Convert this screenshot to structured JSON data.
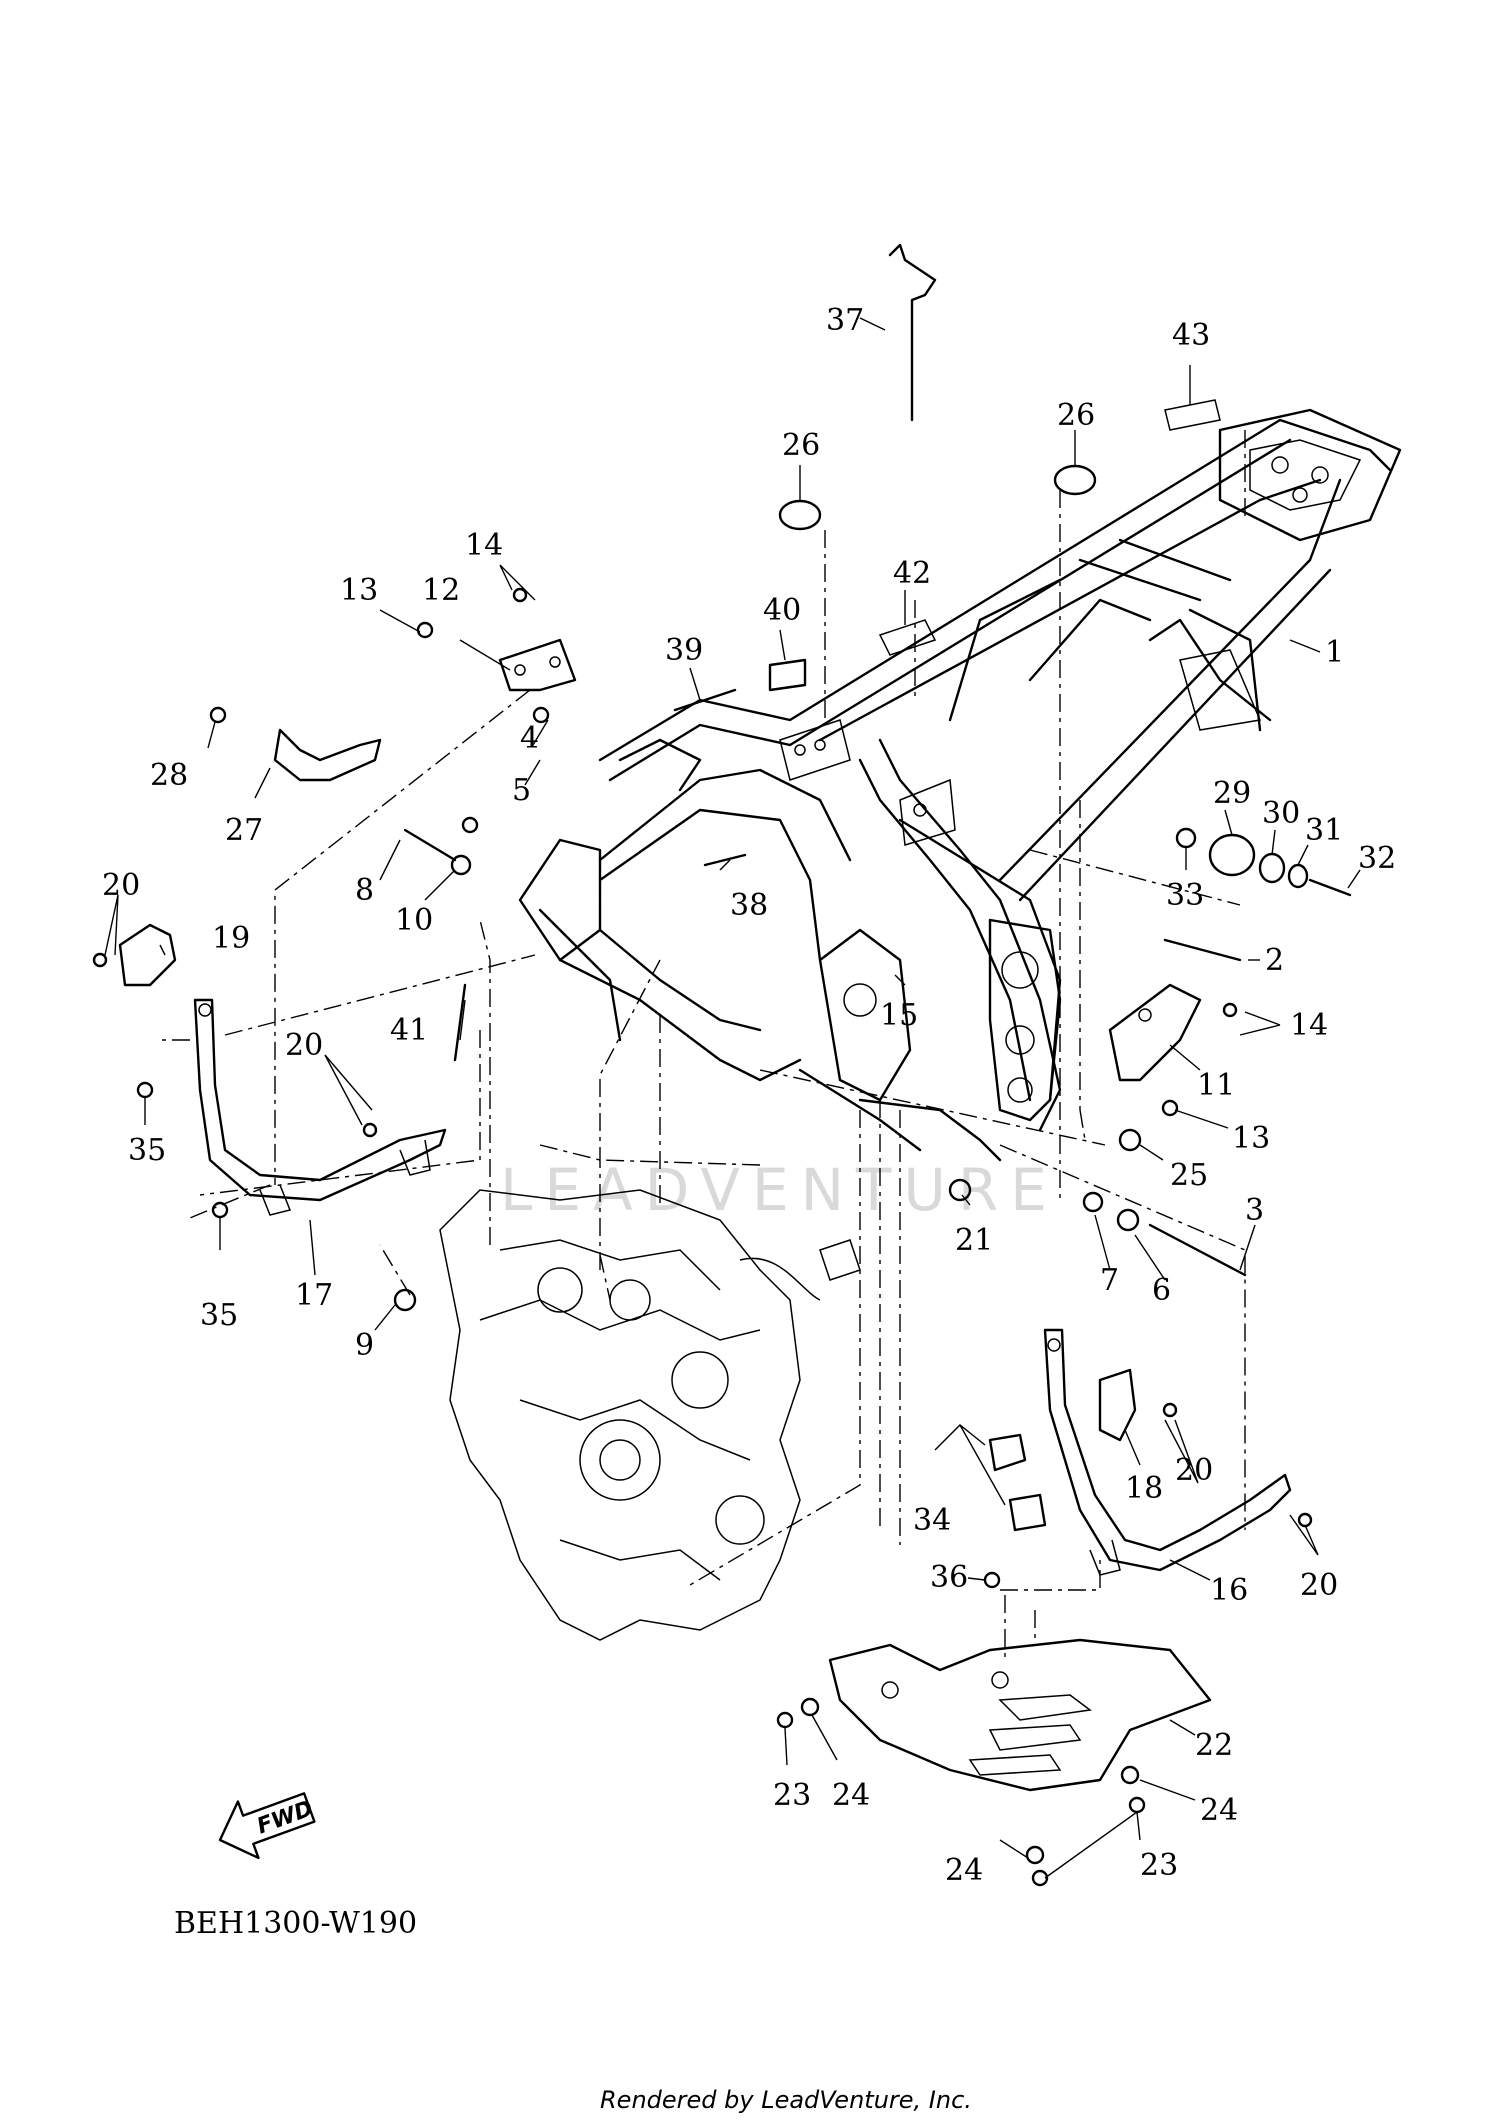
{
  "diagram": {
    "part_number": "BEH1300-W190",
    "credit": "Rendered by LeadVenture, Inc.",
    "watermark": "LEADVENTURE",
    "direction_label": "FWD",
    "callouts": [
      {
        "id": "c1",
        "label": "1"
      },
      {
        "id": "c2",
        "label": "2"
      },
      {
        "id": "c3",
        "label": "3"
      },
      {
        "id": "c4",
        "label": "4"
      },
      {
        "id": "c5",
        "label": "5"
      },
      {
        "id": "c6",
        "label": "6"
      },
      {
        "id": "c7",
        "label": "7"
      },
      {
        "id": "c8",
        "label": "8"
      },
      {
        "id": "c9",
        "label": "9"
      },
      {
        "id": "c10",
        "label": "10"
      },
      {
        "id": "c11",
        "label": "11"
      },
      {
        "id": "c12",
        "label": "12"
      },
      {
        "id": "c13a",
        "label": "13"
      },
      {
        "id": "c13b",
        "label": "13"
      },
      {
        "id": "c14a",
        "label": "14"
      },
      {
        "id": "c14b",
        "label": "14"
      },
      {
        "id": "c15",
        "label": "15"
      },
      {
        "id": "c16",
        "label": "16"
      },
      {
        "id": "c17",
        "label": "17"
      },
      {
        "id": "c18",
        "label": "18"
      },
      {
        "id": "c19",
        "label": "19"
      },
      {
        "id": "c20a",
        "label": "20"
      },
      {
        "id": "c20b",
        "label": "20"
      },
      {
        "id": "c20c",
        "label": "20"
      },
      {
        "id": "c20d",
        "label": "20"
      },
      {
        "id": "c21",
        "label": "21"
      },
      {
        "id": "c22",
        "label": "22"
      },
      {
        "id": "c23a",
        "label": "23"
      },
      {
        "id": "c23b",
        "label": "23"
      },
      {
        "id": "c24a",
        "label": "24"
      },
      {
        "id": "c24b",
        "label": "24"
      },
      {
        "id": "c24c",
        "label": "24"
      },
      {
        "id": "c25",
        "label": "25"
      },
      {
        "id": "c26a",
        "label": "26"
      },
      {
        "id": "c26b",
        "label": "26"
      },
      {
        "id": "c27",
        "label": "27"
      },
      {
        "id": "c28",
        "label": "28"
      },
      {
        "id": "c29",
        "label": "29"
      },
      {
        "id": "c30",
        "label": "30"
      },
      {
        "id": "c31",
        "label": "31"
      },
      {
        "id": "c32",
        "label": "32"
      },
      {
        "id": "c33",
        "label": "33"
      },
      {
        "id": "c34",
        "label": "34"
      },
      {
        "id": "c35a",
        "label": "35"
      },
      {
        "id": "c35b",
        "label": "35"
      },
      {
        "id": "c36",
        "label": "36"
      },
      {
        "id": "c37",
        "label": "37"
      },
      {
        "id": "c38",
        "label": "38"
      },
      {
        "id": "c39",
        "label": "39"
      },
      {
        "id": "c40",
        "label": "40"
      },
      {
        "id": "c41",
        "label": "41"
      },
      {
        "id": "c42",
        "label": "42"
      },
      {
        "id": "c43",
        "label": "43"
      }
    ]
  }
}
